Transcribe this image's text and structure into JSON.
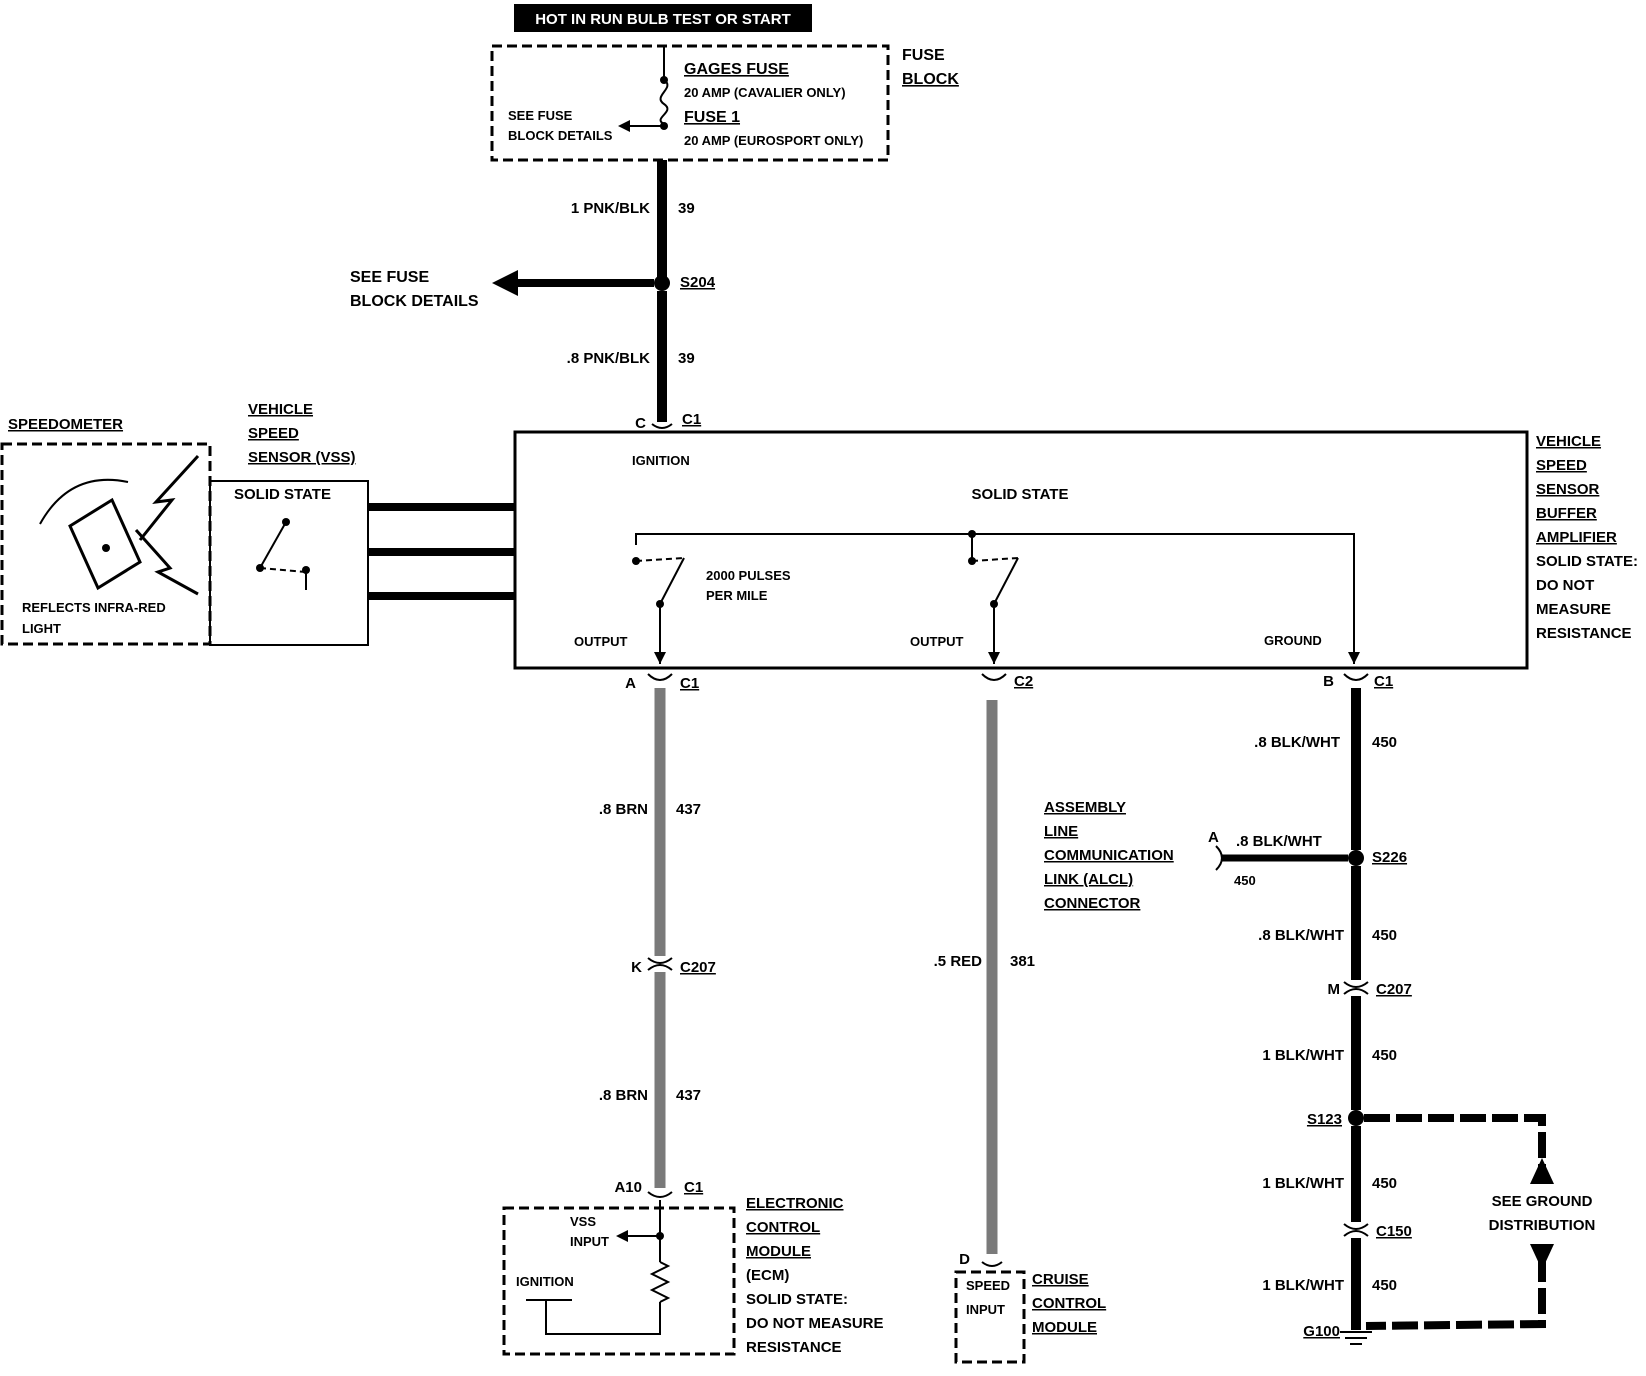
{
  "colors": {
    "ink": "#000000",
    "paper": "#ffffff",
    "shielded_wire": "#7a7a7a"
  },
  "header": {
    "power_label": "HOT IN RUN BULB TEST OR START"
  },
  "fuse_block": {
    "title_line1": "FUSE",
    "title_line2": "BLOCK",
    "gages_fuse": "GAGES FUSE",
    "gages_rating": "20 AMP (CAVALIER ONLY)",
    "fuse1": "FUSE 1",
    "fuse1_rating": "20 AMP (EUROSPORT ONLY)",
    "see_details_line1": "SEE FUSE",
    "see_details_line2": "BLOCK DETAILS"
  },
  "wire_39_upper": {
    "gauge_color": "1 PNK/BLK",
    "circuit": "39"
  },
  "splice_s204": {
    "name": "S204",
    "see_line1": "SEE FUSE",
    "see_line2": "BLOCK DETAILS"
  },
  "wire_39_lower": {
    "gauge_color": ".8 PNK/BLK",
    "circuit": "39"
  },
  "speedometer": {
    "title": "SPEEDOMETER",
    "note_line1": "REFLECTS INFRA-RED",
    "note_line2": "LIGHT"
  },
  "vss": {
    "title_line1": "VEHICLE",
    "title_line2": "SPEED",
    "title_line3": "SENSOR (VSS)",
    "state": "SOLID STATE"
  },
  "buffer_amp": {
    "title_lines": [
      "VEHICLE",
      "SPEED",
      "SENSOR",
      "BUFFER",
      "AMPLIFIER"
    ],
    "note_lines": [
      "SOLID STATE:",
      "DO NOT",
      "MEASURE",
      "RESISTANCE"
    ],
    "state": "SOLID STATE",
    "ignition": "IGNITION",
    "pulses_line1": "2000 PULSES",
    "pulses_line2": "PER MILE",
    "output1": "OUTPUT",
    "output2": "OUTPUT",
    "ground": "GROUND",
    "pin_c": "C",
    "conn_c1_top": "C1",
    "pin_a": "A",
    "conn_c1_a": "C1",
    "conn_c2": "C2",
    "pin_b": "B",
    "conn_c1_b": "C1"
  },
  "wire_437": {
    "upper_gauge": ".8 BRN",
    "upper_circuit": "437",
    "pin_k": "K",
    "conn_c207": "C207",
    "lower_gauge": ".8 BRN",
    "lower_circuit": "437"
  },
  "ecm": {
    "pin": "A10",
    "conn": "C1",
    "vss_input_line1": "VSS",
    "vss_input_line2": "INPUT",
    "ignition": "IGNITION",
    "title_lines": [
      "ELECTRONIC",
      "CONTROL",
      "MODULE"
    ],
    "abbr": "(ECM)",
    "note_lines": [
      "SOLID STATE:",
      "DO NOT MEASURE",
      "RESISTANCE"
    ]
  },
  "alcl": {
    "lines": [
      "ASSEMBLY",
      "LINE",
      "COMMUNICATION",
      "LINK (ALCL)",
      "CONNECTOR"
    ]
  },
  "wire_381": {
    "gauge_color": ".5 RED",
    "circuit": "381"
  },
  "cruise": {
    "pin": "D",
    "input_line1": "SPEED",
    "input_line2": "INPUT",
    "title_lines": [
      "CRUISE",
      "CONTROL",
      "MODULE"
    ]
  },
  "ground_circuit": {
    "w1_gauge": ".8 BLK/WHT",
    "w1_circuit": "450",
    "alcl_pin": "A",
    "alcl_gauge": ".8 BLK/WHT",
    "alcl_circuit": "450",
    "s226": "S226",
    "w2_gauge": ".8 BLK/WHT",
    "w2_circuit": "450",
    "pin_m": "M",
    "conn_c207": "C207",
    "w3_gauge": "1 BLK/WHT",
    "w3_circuit": "450",
    "s123": "S123",
    "w4_gauge": "1 BLK/WHT",
    "w4_circuit": "450",
    "c150": "C150",
    "w5_gauge": "1 BLK/WHT",
    "w5_circuit": "450",
    "g100": "G100",
    "see_ground_line1": "SEE GROUND",
    "see_ground_line2": "DISTRIBUTION"
  }
}
